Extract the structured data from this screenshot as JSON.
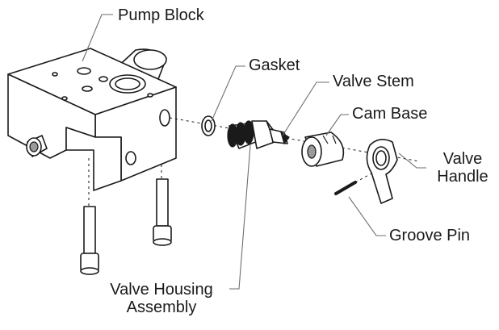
{
  "diagram": {
    "labels": {
      "pump_block": "Pump Block",
      "gasket": "Gasket",
      "valve_stem": "Valve Stem",
      "cam_base": "Cam Base",
      "valve_handle_line1": "Valve",
      "valve_handle_line2": "Handle",
      "groove_pin": "Groove Pin",
      "valve_housing_line1": "Valve Housing",
      "valve_housing_line2": "Assembly"
    }
  }
}
